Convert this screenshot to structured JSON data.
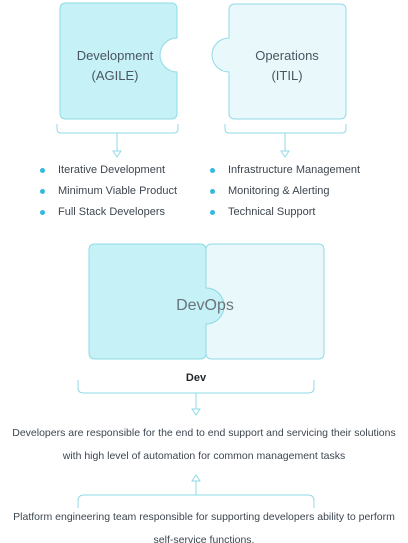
{
  "top_pieces": {
    "development": {
      "line1": "Development",
      "line2": "(AGILE)"
    },
    "operations": {
      "line1": "Operations",
      "line2": "(ITIL)"
    }
  },
  "development_list": [
    "Iterative Development",
    "Minimum Viable Product",
    "Full Stack Developers"
  ],
  "operations_list": [
    "Infrastructure Management",
    "Monitoring & Alerting",
    "Technical Support"
  ],
  "devops_label": "DevOps",
  "dev_label": "Dev",
  "developers_text": {
    "line1": "Developers are responsible for the end to end support and servicing their solutions",
    "line2": "with high level of automation for common management tasks"
  },
  "platform_text": {
    "line1": "Platform engineering team responsible for supporting developers ability to perform",
    "line2": "self-service functions."
  },
  "colors": {
    "piece_fill_dark": "#c6f1f6",
    "piece_fill_light": "#e9f9fb",
    "piece_stroke": "#8fdbe6",
    "bullet": "#35b8e0"
  }
}
